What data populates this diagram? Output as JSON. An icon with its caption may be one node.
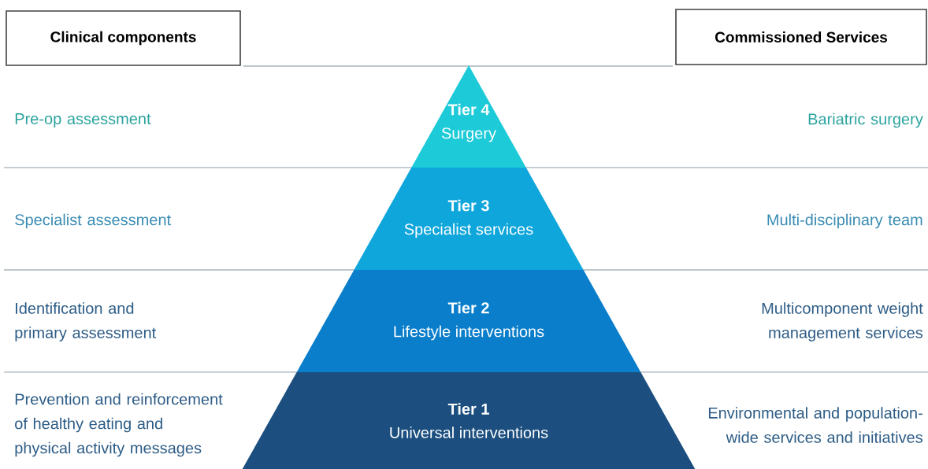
{
  "diagram": {
    "nodes": [
      {
        "text": [
          "Clinical components"
        ]
      },
      {
        "text": [
          "Commissioned Services"
        ]
      },
      {
        "text": [
          "Tier 4",
          "Surgery"
        ]
      },
      {
        "text": [
          "Tier 3",
          "Specialist services"
        ]
      },
      {
        "text": [
          "Tier 2",
          "Lifestyle interventions"
        ]
      },
      {
        "text": [
          "Tier 1",
          "Universal interventions"
        ]
      }
    ],
    "labels": [
      "Pre-op assessment",
      "Bariatric surgery",
      "Specialist assessment",
      "Multi-disciplinary team",
      "Identification and primary assessment",
      "Multicomponent weight management services",
      "Prevention and reinforcement of healthy eating and physical activity messages",
      "Environmental and population-wide services and initiatives"
    ]
  }
}
